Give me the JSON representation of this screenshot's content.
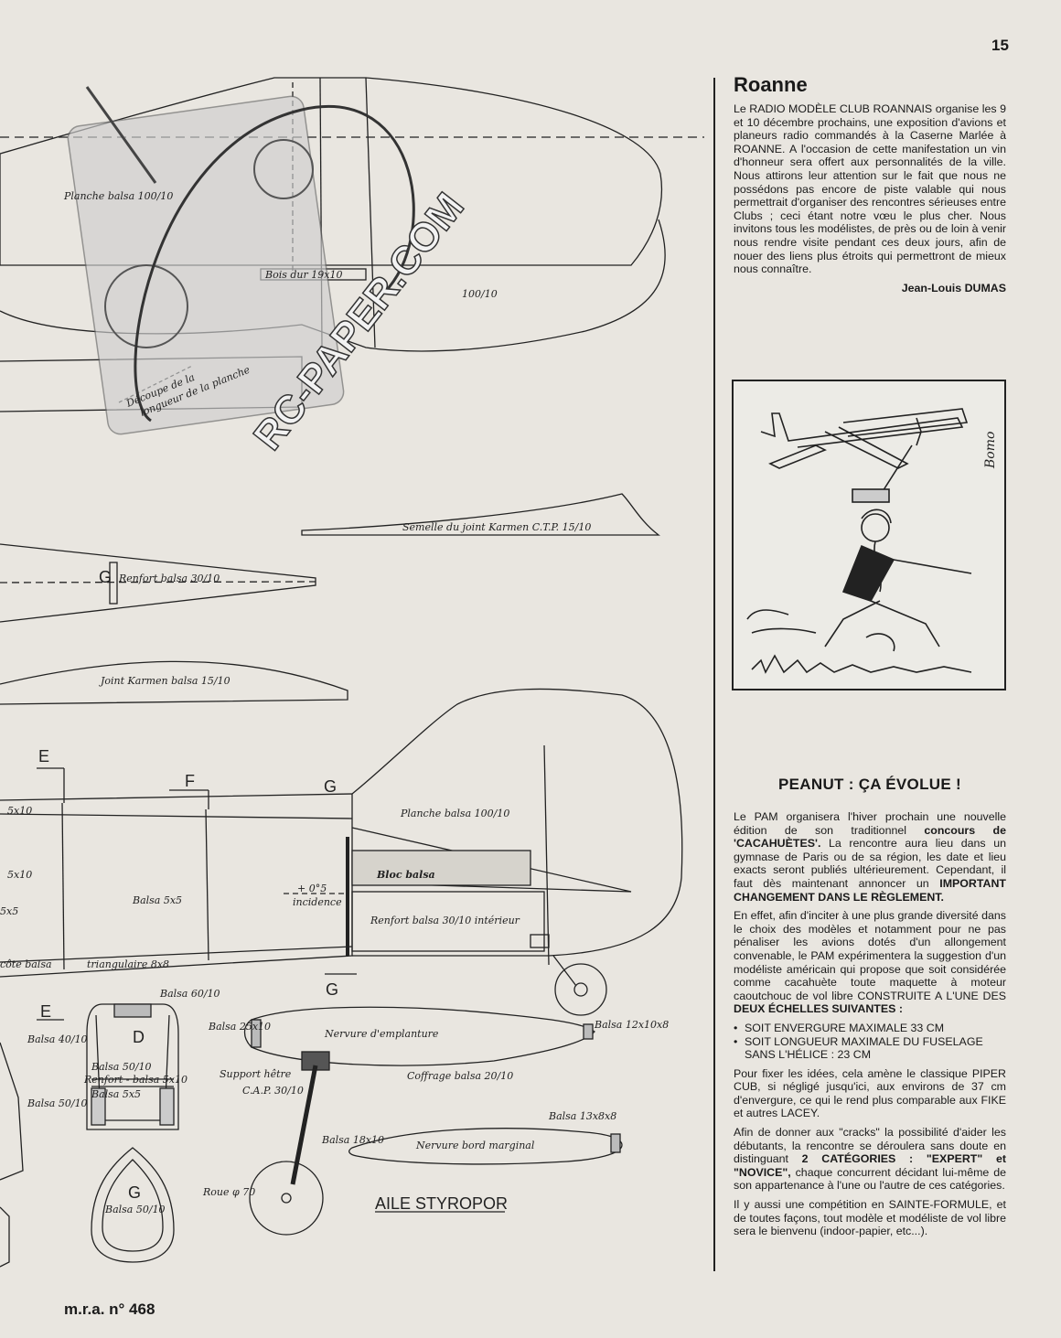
{
  "page_number": "15",
  "footer": "m.r.a. n° 468",
  "watermark": "RC-PAPER.COM",
  "plan": {
    "labels": {
      "planche_top": "Planche balsa 100/10",
      "bois_dur": "Bois dur 19x10",
      "thickness_100": "100/10",
      "decoupe": "Découpe de la",
      "decoupe2": "longueur de la planche",
      "semelle": "Semelle du joint Karmen C.T.P. 15/10",
      "renfort_3010": "Renfort balsa 30/10",
      "joint_karmen": "Joint Karmen balsa 15/10",
      "planche_fin": "Planche balsa 100/10",
      "bloc": "Bloc balsa",
      "incidence_val": "+ 0°5",
      "incidence": "incidence",
      "renfort_int": "Renfort balsa 30/10 intérieur",
      "balsa_5x5": "Balsa 5x5",
      "triangulaire": "triangulaire 8x8",
      "cote_balsa": "côte balsa",
      "dim_5x10a": "5x10",
      "dim_5x10b": "5x10",
      "dim_5x5": "5x5",
      "balsa_6010": "Balsa 60/10",
      "balsa_4010": "Balsa 40/10",
      "balsa_5010": "Balsa 50/10",
      "renfort_balsa_5x10": "Renfort - balsa 5x10",
      "balsa_5x5b": "Balsa 5x5",
      "balsa_5010b": "Balsa 50/10",
      "balsa_5010c": "Balsa 50/10",
      "balsa_25x10": "Balsa 25x10",
      "nervure_emplanture": "Nervure d'emplanture",
      "balsa_12x10": "Balsa 12x10x8",
      "support_hetre": "Support hêtre",
      "coffrage": "Coffrage balsa 20/10",
      "cap": "C.A.P. 30/10",
      "balsa_13x8": "Balsa 13x8x8",
      "balsa_18x10": "Balsa 18x10",
      "nervure_bord": "Nervure bord marginal",
      "roue": "Roue φ 70",
      "aile": "AILE STYROPOR",
      "sec_E": "E",
      "sec_F": "F",
      "sec_G": "G",
      "sec_D": "D"
    }
  },
  "article": {
    "title": "Roanne",
    "body": "Le RADIO MODÈLE CLUB ROANNAIS organise les 9 et 10 décembre prochains, une exposition d'avions et planeurs radio commandés à la Caserne Marlée à ROANNE. A l'occasion de cette manifestation un vin d'honneur sera offert aux personnalités de la ville. Nous attirons leur attention sur le fait que nous ne possédons pas encore de piste valable qui nous permettrait d'organiser des rencontres sérieuses entre Clubs ; ceci étant notre vœu le plus cher. Nous invitons tous les modélistes, de près ou de loin à venir nous rendre visite pendant ces deux jours, afin de nouer des liens plus étroits qui permettront de mieux nous connaître.",
    "author": "Jean-Louis DUMAS"
  },
  "cartoon": {
    "signature": "Bomo"
  },
  "peanut": {
    "title": "PEANUT : ÇA ÉVOLUE !",
    "p1_a": "Le PAM organisera l'hiver prochain une nouvelle édition de son traditionnel ",
    "p1_b": "concours de 'CACAHUÈTES'.",
    "p1_c": " La rencontre aura lieu dans un gymnase de Paris ou de sa région, les date et lieu exacts seront publiés ultérieurement. Cependant, il faut dès maintenant annoncer un ",
    "p1_d": "IMPORTANT CHANGEMENT DANS LE RÈGLEMENT.",
    "p2_a": "En effet, afin d'inciter à une plus grande diversité dans le choix des modèles et notamment pour ne pas pénaliser les avions dotés d'un allongement convenable, le PAM expérimentera la suggestion d'un modéliste américain qui propose que soit considérée comme cacahuète toute maquette à moteur caoutchouc de vol libre CONSTRUITE A L'UNE DES ",
    "p2_b": "DEUX ÉCHELLES SUIVANTES :",
    "bullet1": "SOIT ENVERGURE MAXIMALE 33 CM",
    "bullet2": "SOIT LONGUEUR MAXIMALE DU FUSELAGE SANS L'HÉLICE : 23 CM",
    "p3": "Pour fixer les idées, cela amène le classique PIPER CUB, si négligé jusqu'ici, aux environs de 37 cm d'envergure, ce qui le rend plus comparable aux FIKE et autres LACEY.",
    "p4_a": "Afin de donner aux \"cracks\" la possibilité d'aider les débutants, la rencontre se déroulera sans doute en distinguant ",
    "p4_b": "2 CATÉGORIES : \"EXPERT\" et \"NOVICE\",",
    "p4_c": " chaque concurrent décidant lui-même de son appartenance à l'une ou l'autre de ces catégories.",
    "p5": "Il y aussi une compétition en SAINTE-FORMULE, et de toutes façons, tout modèle et modéliste de vol libre sera le bienvenu (indoor-papier, etc...)."
  }
}
